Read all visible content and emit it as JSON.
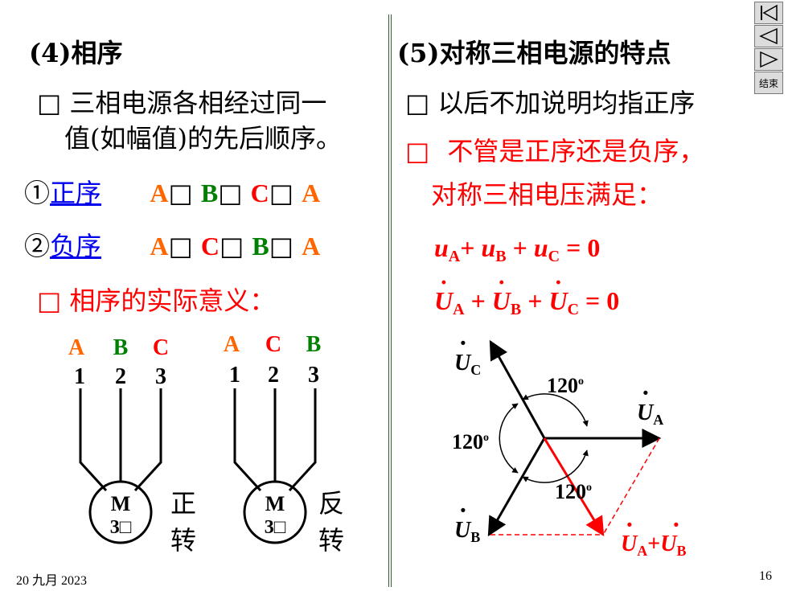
{
  "left": {
    "heading": "(4)相序",
    "bullet1_line1": "三相电源各相经过同一",
    "bullet1_line2": "值(如幅值)的先后顺序。",
    "positive": {
      "num": "①",
      "label": "正序",
      "seq": [
        "A",
        "B",
        "C",
        "A"
      ],
      "arrow": "□"
    },
    "negative": {
      "num": "②",
      "label": "负序",
      "seq": [
        "A",
        "C",
        "B",
        "A"
      ],
      "arrow": "□"
    },
    "meaning": "相序的实际意义：",
    "bullet_mark": "□"
  },
  "motor_left": {
    "phases": [
      "A",
      "B",
      "C"
    ],
    "terminals": [
      "1",
      "2",
      "3"
    ],
    "label_top": "M",
    "label_bottom": "3□",
    "dir_top": "正",
    "dir_bottom": "转"
  },
  "motor_right": {
    "phases": [
      "A",
      "C",
      "B"
    ],
    "terminals": [
      "1",
      "2",
      "3"
    ],
    "label_top": "M",
    "label_bottom": "3□",
    "dir_top": "反",
    "dir_bottom": "转"
  },
  "right": {
    "heading": "(5)对称三相电源的特点",
    "bullet1": "以后不加说明均指正序",
    "bullet2_line1": "不管是正序还是负序，",
    "bullet2_line2": "对称三相电压满足：",
    "eq1": {
      "u": "u",
      "subs": [
        "A",
        "B",
        "C"
      ],
      "plus": "+",
      "rhs": "= 0"
    },
    "eq2": {
      "u": "U",
      "subs": [
        "A",
        "B",
        "C"
      ],
      "plus": "+",
      "rhs": "= 0"
    }
  },
  "phasor": {
    "uc_label": "U",
    "uc_sub": "C",
    "ua_label": "U",
    "ua_sub": "A",
    "ub_label": "U",
    "ub_sub": "B",
    "sum_label_a": "U",
    "sum_sub_a": "A",
    "sum_plus": "+",
    "sum_label_b": "U",
    "sum_sub_b": "B",
    "angle_top": "120",
    "angle_left": "120",
    "angle_bottom": "120",
    "deg": "o"
  },
  "nav": {
    "end_label": "结束"
  },
  "footer": {
    "date": "20 九月 2023",
    "page": "16"
  },
  "colors": {
    "red": "#ff0000",
    "orange": "#ff6600",
    "green": "#008000",
    "link": "#0000ee",
    "divider": "#2e5e2e"
  }
}
